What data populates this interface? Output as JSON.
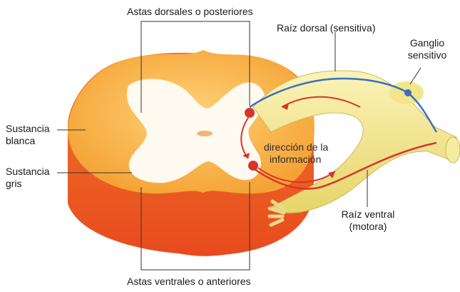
{
  "labels": {
    "top": "Astas dorsales o posteriores",
    "bottom": "Astas ventrales o anteriores",
    "dorsal_root": "Raíz dorsal (sensitiva)",
    "ganglion_line1": "Ganglio",
    "ganglion_line2": "sensitivo",
    "white_line1": "Sustancia",
    "white_line2": "blanca",
    "gray_line1": "Sustancia",
    "gray_line2": "gris",
    "direction_line1": "dirección de la",
    "direction_line2": "información",
    "ventral_line1": "Raíz ventral",
    "ventral_line2": "(motora)"
  },
  "colors": {
    "white_matter": "#f5a43a",
    "white_matter_dark": "#e8622a",
    "gray_matter": "#fffaf0",
    "nerve": "#f4e79a",
    "sensory_fiber": "#3a6fc0",
    "motor_fiber": "#d8352a"
  }
}
